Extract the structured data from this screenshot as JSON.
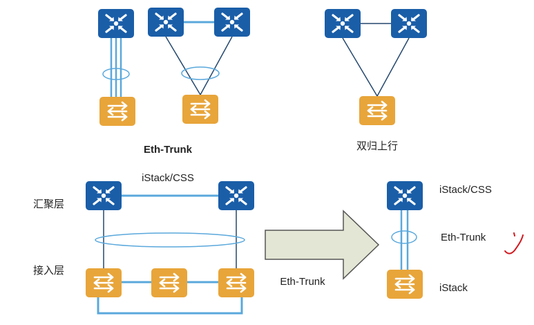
{
  "diagram": {
    "labels": {
      "eth_trunk_caption": "Eth-Trunk",
      "dual_uplink_caption": "双归上行",
      "istack_css_top": "iStack/CSS",
      "aggregation_layer": "汇聚层",
      "access_layer": "接入层",
      "eth_trunk_bottom": "Eth-Trunk",
      "right_istack_css": "iStack/CSS",
      "right_eth_trunk": "Eth-Trunk",
      "right_istack": "iStack"
    },
    "colors": {
      "core_switch": "#1a5ea8",
      "access_switch": "#e8a53a",
      "link_blue": "#5aa8dc",
      "link_dark": "#24476e",
      "arrow_fill": "#e3e6d4",
      "arrow_stroke": "#555555",
      "annotation": "#d0191f"
    },
    "icons": {
      "core_switch": "core-switch-icon",
      "access_switch": "access-switch-icon",
      "arrow": "transform-arrow-icon"
    }
  }
}
